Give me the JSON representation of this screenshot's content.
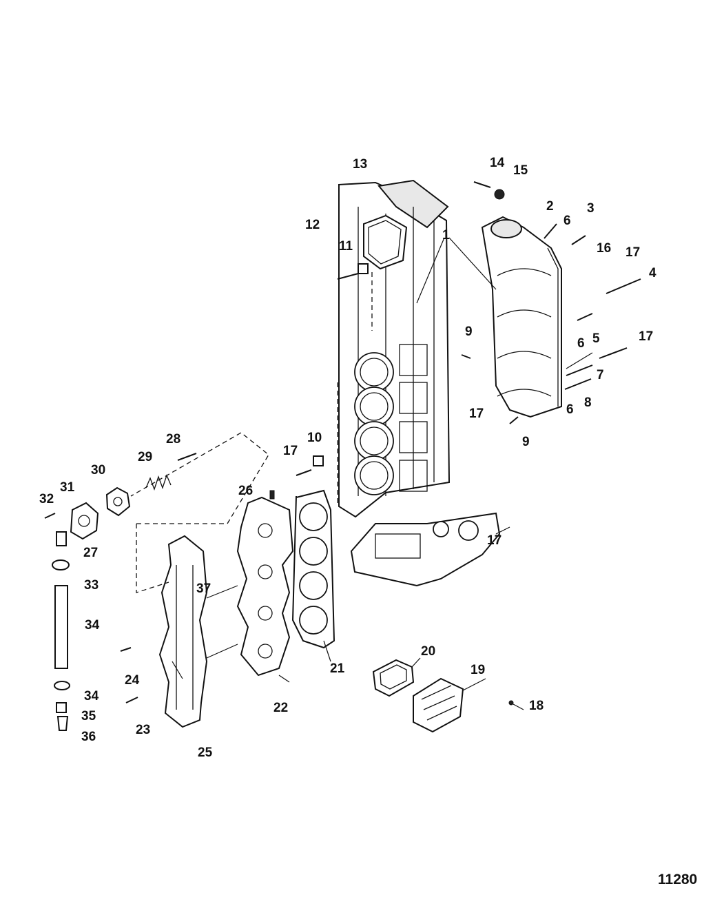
{
  "figure_number": "11280",
  "callouts": [
    "1",
    "2",
    "3",
    "4",
    "5",
    "6",
    "6",
    "6",
    "7",
    "8",
    "9",
    "9",
    "10",
    "11",
    "12",
    "13",
    "14",
    "15",
    "16",
    "17",
    "17",
    "17",
    "17",
    "17",
    "18",
    "19",
    "20",
    "21",
    "22",
    "23",
    "24",
    "25",
    "26",
    "27",
    "28",
    "29",
    "30",
    "31",
    "32",
    "33",
    "34",
    "34",
    "35",
    "36",
    "37"
  ]
}
